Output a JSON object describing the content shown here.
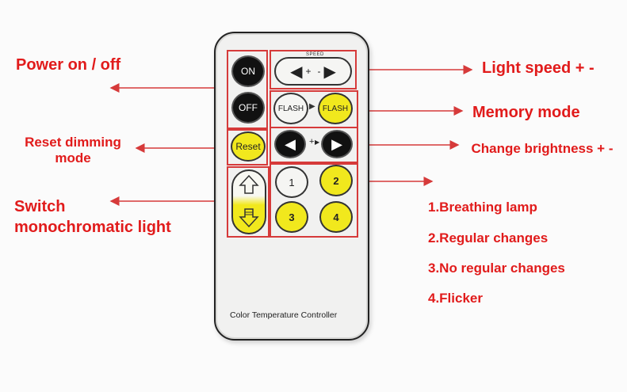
{
  "remote": {
    "footer_label": "Color Temperature Controller",
    "buttons": {
      "on": "ON",
      "off": "OFF",
      "reset": "Reset",
      "flash_left": "FLASH",
      "flash_right": "FLASH",
      "num1": "1",
      "num2": "2",
      "num3": "3",
      "num4": "4",
      "speed_plus": "+",
      "speed_minus": "-",
      "bright_plus": "+"
    },
    "tiny_speed": "SPEED"
  },
  "labels": {
    "power": "Power on / off",
    "reset": "Reset dimming mode",
    "switch": "Switch monochromatic light",
    "speed": "Light speed + -",
    "memory": "Memory mode",
    "brightness": "Change brightness + -",
    "modes": [
      "1.Breathing lamp",
      "2.Regular changes",
      "3.No regular changes",
      "4.Flicker"
    ]
  },
  "colors": {
    "label_red": "#e11b1b",
    "box_red": "#d63a3a",
    "button_yellow": "#f1e81d",
    "button_dark": "#111111"
  }
}
